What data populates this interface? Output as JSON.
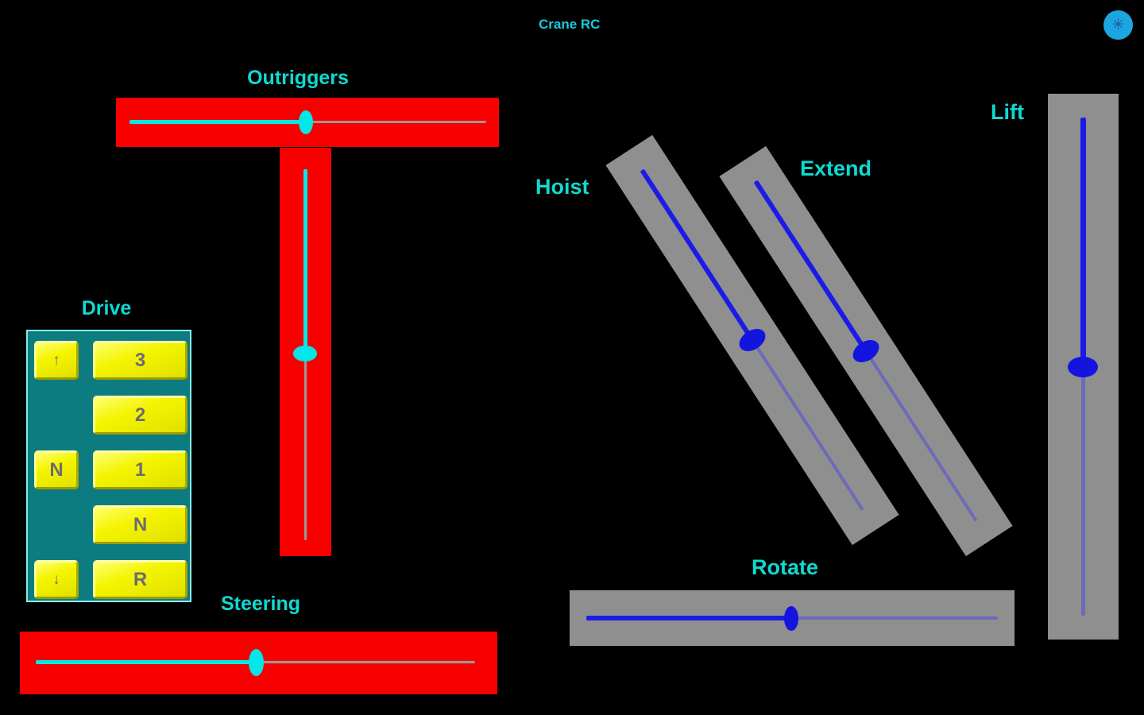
{
  "header": {
    "title": "Crane RC",
    "settings_glyph": "✳"
  },
  "colors": {
    "background": "#000000",
    "label_cyan": "#0edad2",
    "red_slider_bg": "#f80000",
    "cyan_track": "#00e8e8",
    "gray_slider_bg": "#8f8f8f",
    "blue_track_active": "#1b1be8",
    "blue_track_inactive": "#6b6bb8",
    "blue_thumb": "#1414df",
    "inactive_track_on_red": "#989898",
    "drive_panel_teal": "#0c7c80",
    "drive_panel_border": "#8be9e9",
    "button_yellow": "#f2f200",
    "settings_circle": "#1ca6df",
    "settings_glyph_blue": "#1d55a0"
  },
  "sliders": {
    "outriggers": {
      "label": "Outriggers",
      "orientation": "horizontal",
      "theme": "red",
      "value_pct": 50
    },
    "drive_throttle": {
      "label": "",
      "orientation": "vertical",
      "theme": "red",
      "value_pct": 50
    },
    "steering": {
      "label": "Steering",
      "orientation": "horizontal",
      "theme": "red",
      "value_pct": 50
    },
    "hoist": {
      "label": "Hoist",
      "orientation": "diagonal",
      "theme": "gray",
      "value_pct": 50
    },
    "extend": {
      "label": "Extend",
      "orientation": "diagonal",
      "theme": "gray",
      "value_pct": 50
    },
    "lift": {
      "label": "Lift",
      "orientation": "vertical",
      "theme": "gray",
      "value_pct": 50
    },
    "rotate": {
      "label": "Rotate",
      "orientation": "horizontal",
      "theme": "gray",
      "value_pct": 50
    }
  },
  "drive": {
    "label": "Drive",
    "left_buttons": [
      {
        "label": "↑"
      },
      {
        "label": "N"
      },
      {
        "label": "↓"
      }
    ],
    "right_buttons": [
      {
        "label": "3"
      },
      {
        "label": "2"
      },
      {
        "label": "1"
      },
      {
        "label": "N"
      },
      {
        "label": "R"
      }
    ]
  }
}
